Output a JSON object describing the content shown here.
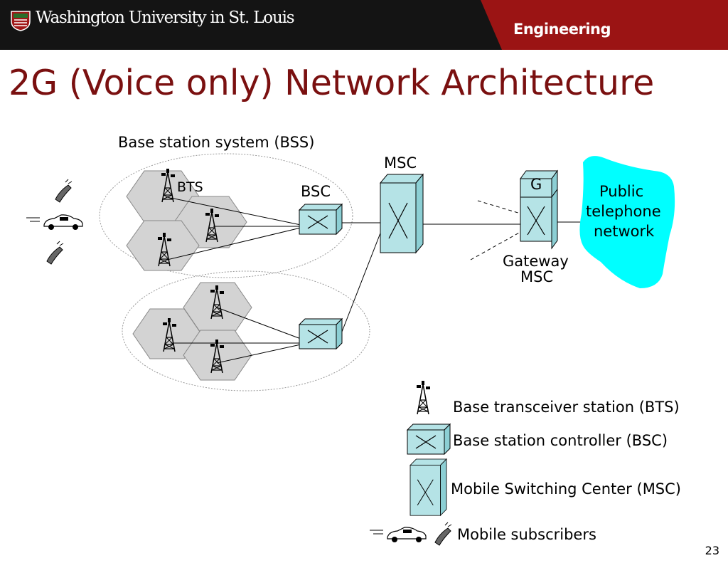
{
  "header": {
    "university": "Washington University in St. Louis",
    "department": "Engineering",
    "logo_icon": "university-shield-icon",
    "colors": {
      "banner": "#141414",
      "accent": "#9b1414",
      "title": "#7a1010"
    }
  },
  "slide": {
    "title": "2G (Voice only) Network Architecture",
    "page_number": "23"
  },
  "diagram": {
    "bss_label": "Base station system (BSS)",
    "bts_label": "BTS",
    "bsc_label": "BSC",
    "msc_label": "MSC",
    "gateway_badge": "G",
    "gateway_label_line1": "Gateway",
    "gateway_label_line2": "MSC",
    "pstn_line1": "Public",
    "pstn_line2": "telephone",
    "pstn_line3": "network",
    "colors": {
      "cell": "#d3d3d3",
      "box": "#b5e3e6",
      "cloud": "#00ffff"
    }
  },
  "legend": {
    "bts": "Base transceiver station (BTS)",
    "bsc": "Base station controller (BSC)",
    "msc": "Mobile Switching Center (MSC)",
    "mobile": "Mobile subscribers"
  }
}
